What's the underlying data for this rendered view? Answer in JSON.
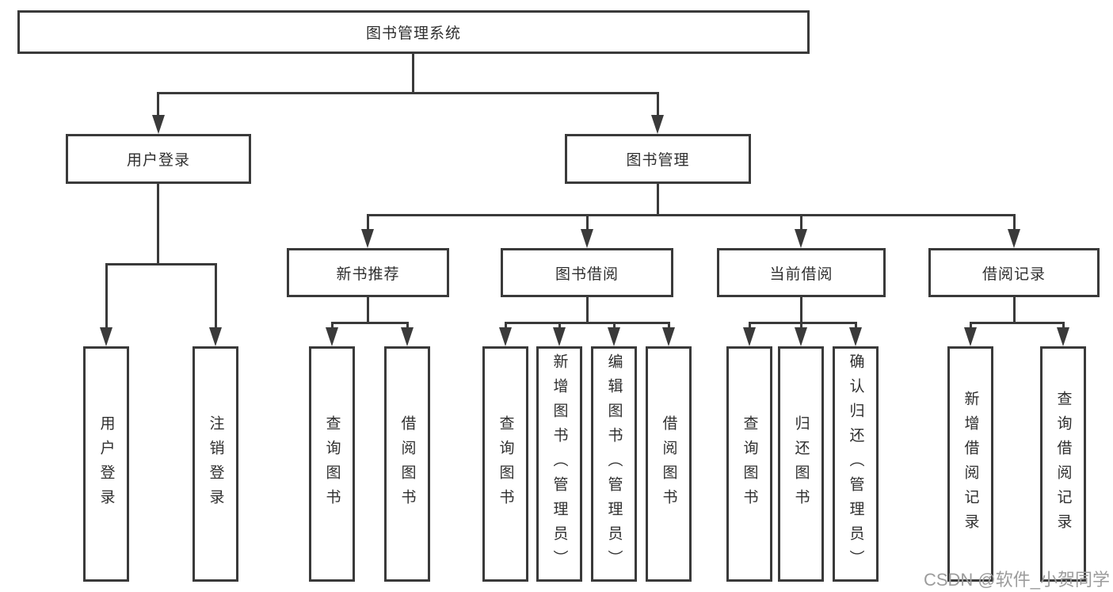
{
  "tree": {
    "title": "图书管理系统",
    "branches": [
      {
        "label": "用户登录",
        "children": [
          "用户登录",
          "注销登录"
        ]
      },
      {
        "label": "图书管理",
        "sections": [
          {
            "label": "新书推荐",
            "children": [
              "查询图书",
              "借阅图书"
            ]
          },
          {
            "label": "图书借阅",
            "children": [
              "查询图书",
              "新增图书（管理员）",
              "编辑图书（管理员）",
              "借阅图书"
            ]
          },
          {
            "label": "当前借阅",
            "children": [
              "查询图书",
              "归还图书",
              "确认归还（管理员）"
            ]
          },
          {
            "label": "借阅记录",
            "children": [
              "新增借阅记录",
              "查询借阅记录"
            ]
          }
        ]
      }
    ]
  },
  "watermark": {
    "text": "CSDN @软件_小贺同学"
  },
  "colors": {
    "line": "#3a3a3a",
    "text": "#2f2f2f",
    "watermark": "#9c9c9c",
    "background": "#ffffff"
  }
}
